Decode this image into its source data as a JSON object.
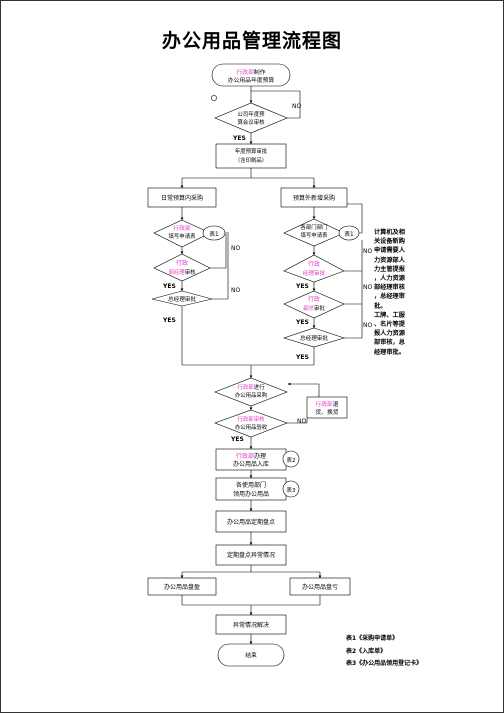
{
  "title": "办公用品管理流程图",
  "nodes": {
    "start": {
      "l1_a": "行政部",
      "l1_b": "制作",
      "l2": "办公用品年度预算"
    },
    "d1": {
      "l1": "公司年度预",
      "l2": "算会议审核"
    },
    "p1": {
      "l1": "年度预算审批",
      "l2": "（含印刷品）"
    },
    "left_h": "日常预算内采购",
    "right_h": "预算外新增采购",
    "L1": {
      "l1": "行政部",
      "l2": "填写申请表"
    },
    "L2": {
      "l1": "行政",
      "l2_a": "部经理",
      "l2_b": "审核"
    },
    "L3": "总经理审批",
    "R1": {
      "l1": "各部门部门",
      "l2": "填写申请表"
    },
    "R2": {
      "l1": "行政",
      "l2": "经理审批"
    },
    "R3": {
      "l1": "行政",
      "l2_a": "副总",
      "l2_b": "审批"
    },
    "R4": "总经理审批",
    "M1": {
      "l1_a": "行政部",
      "l1_b": "进行",
      "l2": "办公用品采购"
    },
    "side": {
      "l1_a": "行政部",
      "l1_b": "退",
      "l2": "货、换货"
    },
    "M2": {
      "l1": "行政部审核",
      "l2": "办公用品验收"
    },
    "M3": {
      "l1_a": "行政部",
      "l1_b": "办理",
      "l2": "办公用品入库"
    },
    "M4": {
      "l1": "各使用部门",
      "l2": "领用办公用品"
    },
    "M5": "办公用品定期盘点",
    "M6": "定期盘点异常情况",
    "loss": "办公用品盘盈",
    "gain": "办公用品盘亏",
    "M7": "异常情况解决",
    "end": "结束"
  },
  "refs": {
    "t1a": "表1",
    "t1b": "表1",
    "t2": "表2",
    "t3": "表3"
  },
  "labels": {
    "no": "NO",
    "yes": "YES"
  },
  "note_lines": [
    "计算机及相",
    "关设备新购",
    "申请需要人",
    "力资源部人",
    "力主管提报",
    "，人力资源",
    "部经理审核",
    "，总经理审",
    "批。",
    "工牌、工服",
    "、名片等提",
    "报人力资源",
    "部审核，总",
    "经理审批。"
  ],
  "legend": [
    "表1《采购申请单》",
    "表2《入库单》",
    "表3《办公用品领用登记卡》"
  ]
}
